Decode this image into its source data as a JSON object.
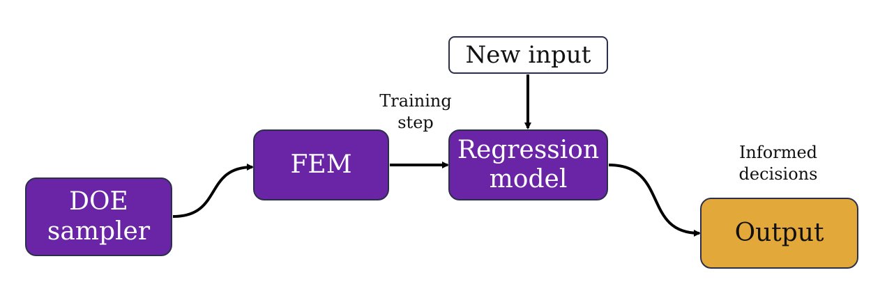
{
  "diagram": {
    "nodes": {
      "doe": {
        "lines": [
          "DOE",
          "sampler"
        ]
      },
      "fem": {
        "lines": [
          "FEM"
        ]
      },
      "regression": {
        "lines": [
          "Regression",
          "model"
        ]
      },
      "new_input": {
        "lines": [
          "New input"
        ]
      },
      "output": {
        "lines": [
          "Output"
        ]
      }
    },
    "captions": {
      "training_step": [
        "Training",
        "step"
      ],
      "informed_decisions": [
        "Informed",
        "decisions"
      ]
    },
    "edges": [
      {
        "from": "DOE sampler",
        "to": "FEM"
      },
      {
        "from": "FEM",
        "to": "Regression model"
      },
      {
        "from": "New input",
        "to": "Regression model"
      },
      {
        "from": "Regression model",
        "to": "Output"
      }
    ],
    "colors": {
      "process_box": "#6a24a6",
      "output_box": "#e3a83a",
      "input_box": "#ffffff",
      "border": "#2c2f4a",
      "arrow": "#000000"
    }
  }
}
